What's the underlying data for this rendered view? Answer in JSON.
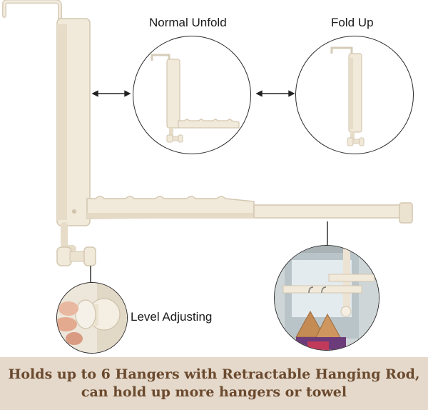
{
  "labels": {
    "normal_unfold": "Normal Unfold",
    "fold_up": "Fold Up",
    "level_adjusting": "Level Adjusting"
  },
  "banner": {
    "line1": "Holds up to 6 Hangers with Retractable Hanging Rod,",
    "line2": "can hold up more hangers or towel"
  },
  "colors": {
    "product_cream": "#f1e9d9",
    "product_shadow": "#d8cdb8",
    "banner_bg": "#e5d9cb",
    "banner_text": "#6b4a2e"
  }
}
